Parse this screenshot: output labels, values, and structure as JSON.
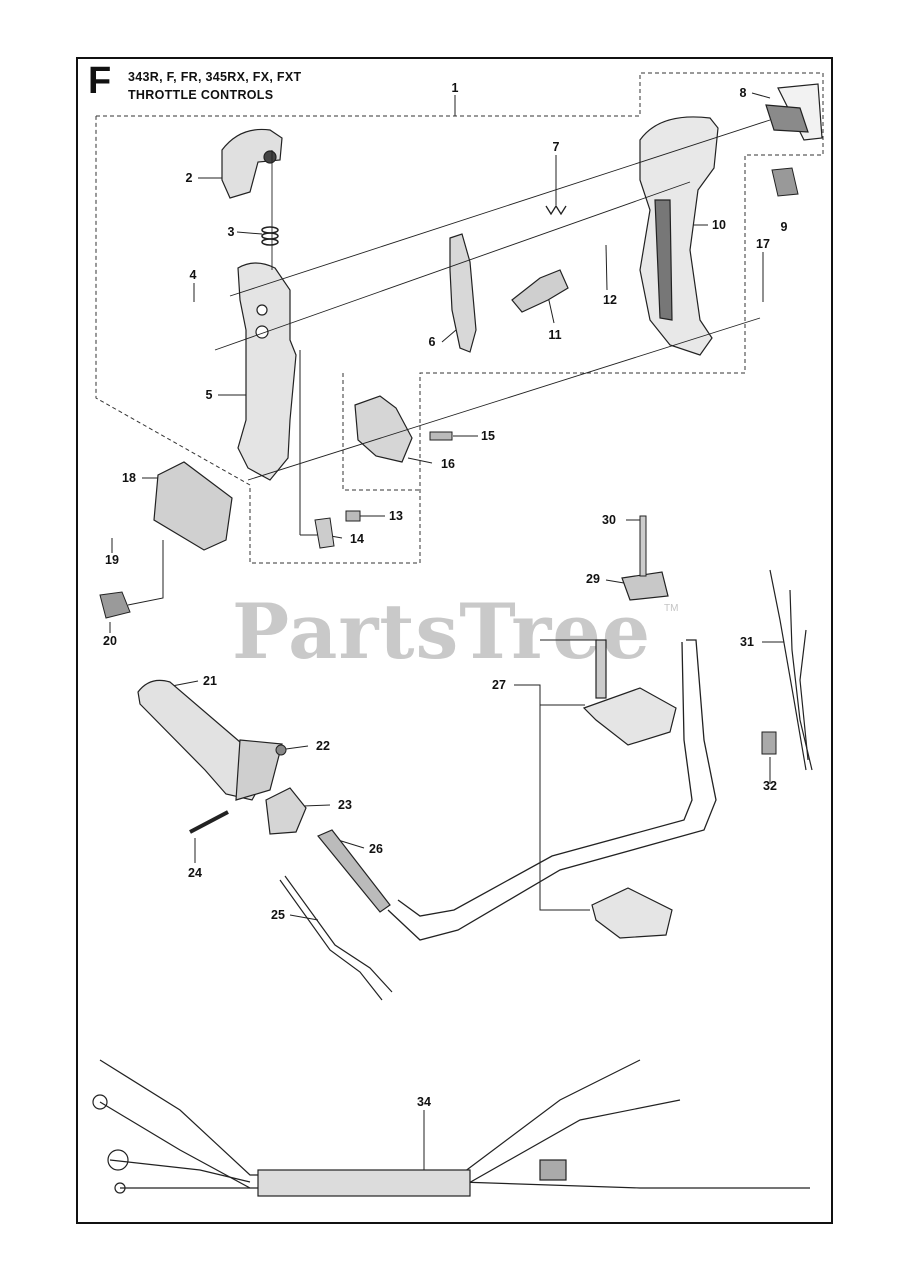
{
  "header": {
    "section_letter": "F",
    "models": "343R, F, FR, 345RX, FX, FXT",
    "title": "THROTTLE CONTROLS"
  },
  "watermark": {
    "text": "PartsTree",
    "trademark": "TM"
  },
  "callouts": [
    "1",
    "2",
    "3",
    "4",
    "5",
    "6",
    "7",
    "8",
    "9",
    "10",
    "11",
    "12",
    "13",
    "14",
    "15",
    "16",
    "17",
    "18",
    "19",
    "20",
    "21",
    "22",
    "23",
    "24",
    "25",
    "26",
    "27",
    "29",
    "30",
    "31",
    "32",
    "34"
  ]
}
